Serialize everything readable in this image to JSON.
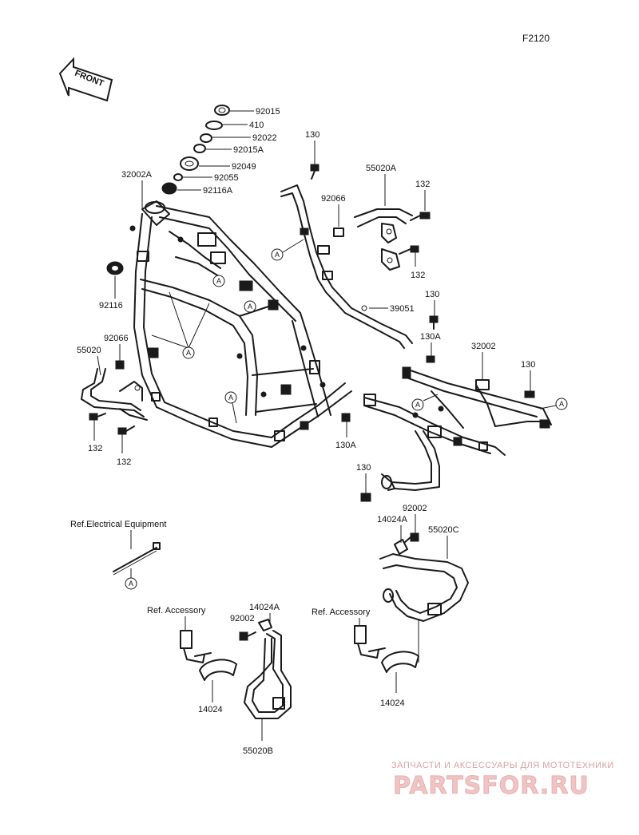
{
  "figure_code": "F2120",
  "front_label": "FRONT",
  "ref_letter": "A",
  "labels": {
    "n92015": "92015",
    "n410": "410",
    "n92022": "92022",
    "n92015A": "92015A",
    "n92049": "92049",
    "n92055": "92055",
    "n92116A": "92116A",
    "n32002A": "32002A",
    "n92116": "92116",
    "n92066_left": "92066",
    "n55020": "55020",
    "n132_a": "132",
    "n132_b": "132",
    "n130_top": "130",
    "n55020A": "55020A",
    "n92066_right": "92066",
    "n132_c": "132",
    "n132_d": "132",
    "n39051": "39051",
    "n130_mid": "130",
    "n130A_mid": "130A",
    "n32002": "32002",
    "n130_right": "130",
    "n130A_low": "130A",
    "n130_low": "130",
    "n92002_right": "92002",
    "n14024A_right": "14024A",
    "n55020C": "55020C",
    "ref_electrical": "Ref.Electrical Equipment",
    "ref_accessory_left": "Ref. Accessory",
    "n14024A_left": "14024A",
    "n92002_left": "92002",
    "n14024_left": "14024",
    "n55020B": "55020B",
    "ref_accessory_right": "Ref. Accessory",
    "n14024_right": "14024"
  },
  "watermark": {
    "tagline": "ЗАПЧАСТИ И АКСЕССУАРЫ ДЛЯ МОТОТЕХНИКИ",
    "logo": "PARTSFOR.RU"
  }
}
